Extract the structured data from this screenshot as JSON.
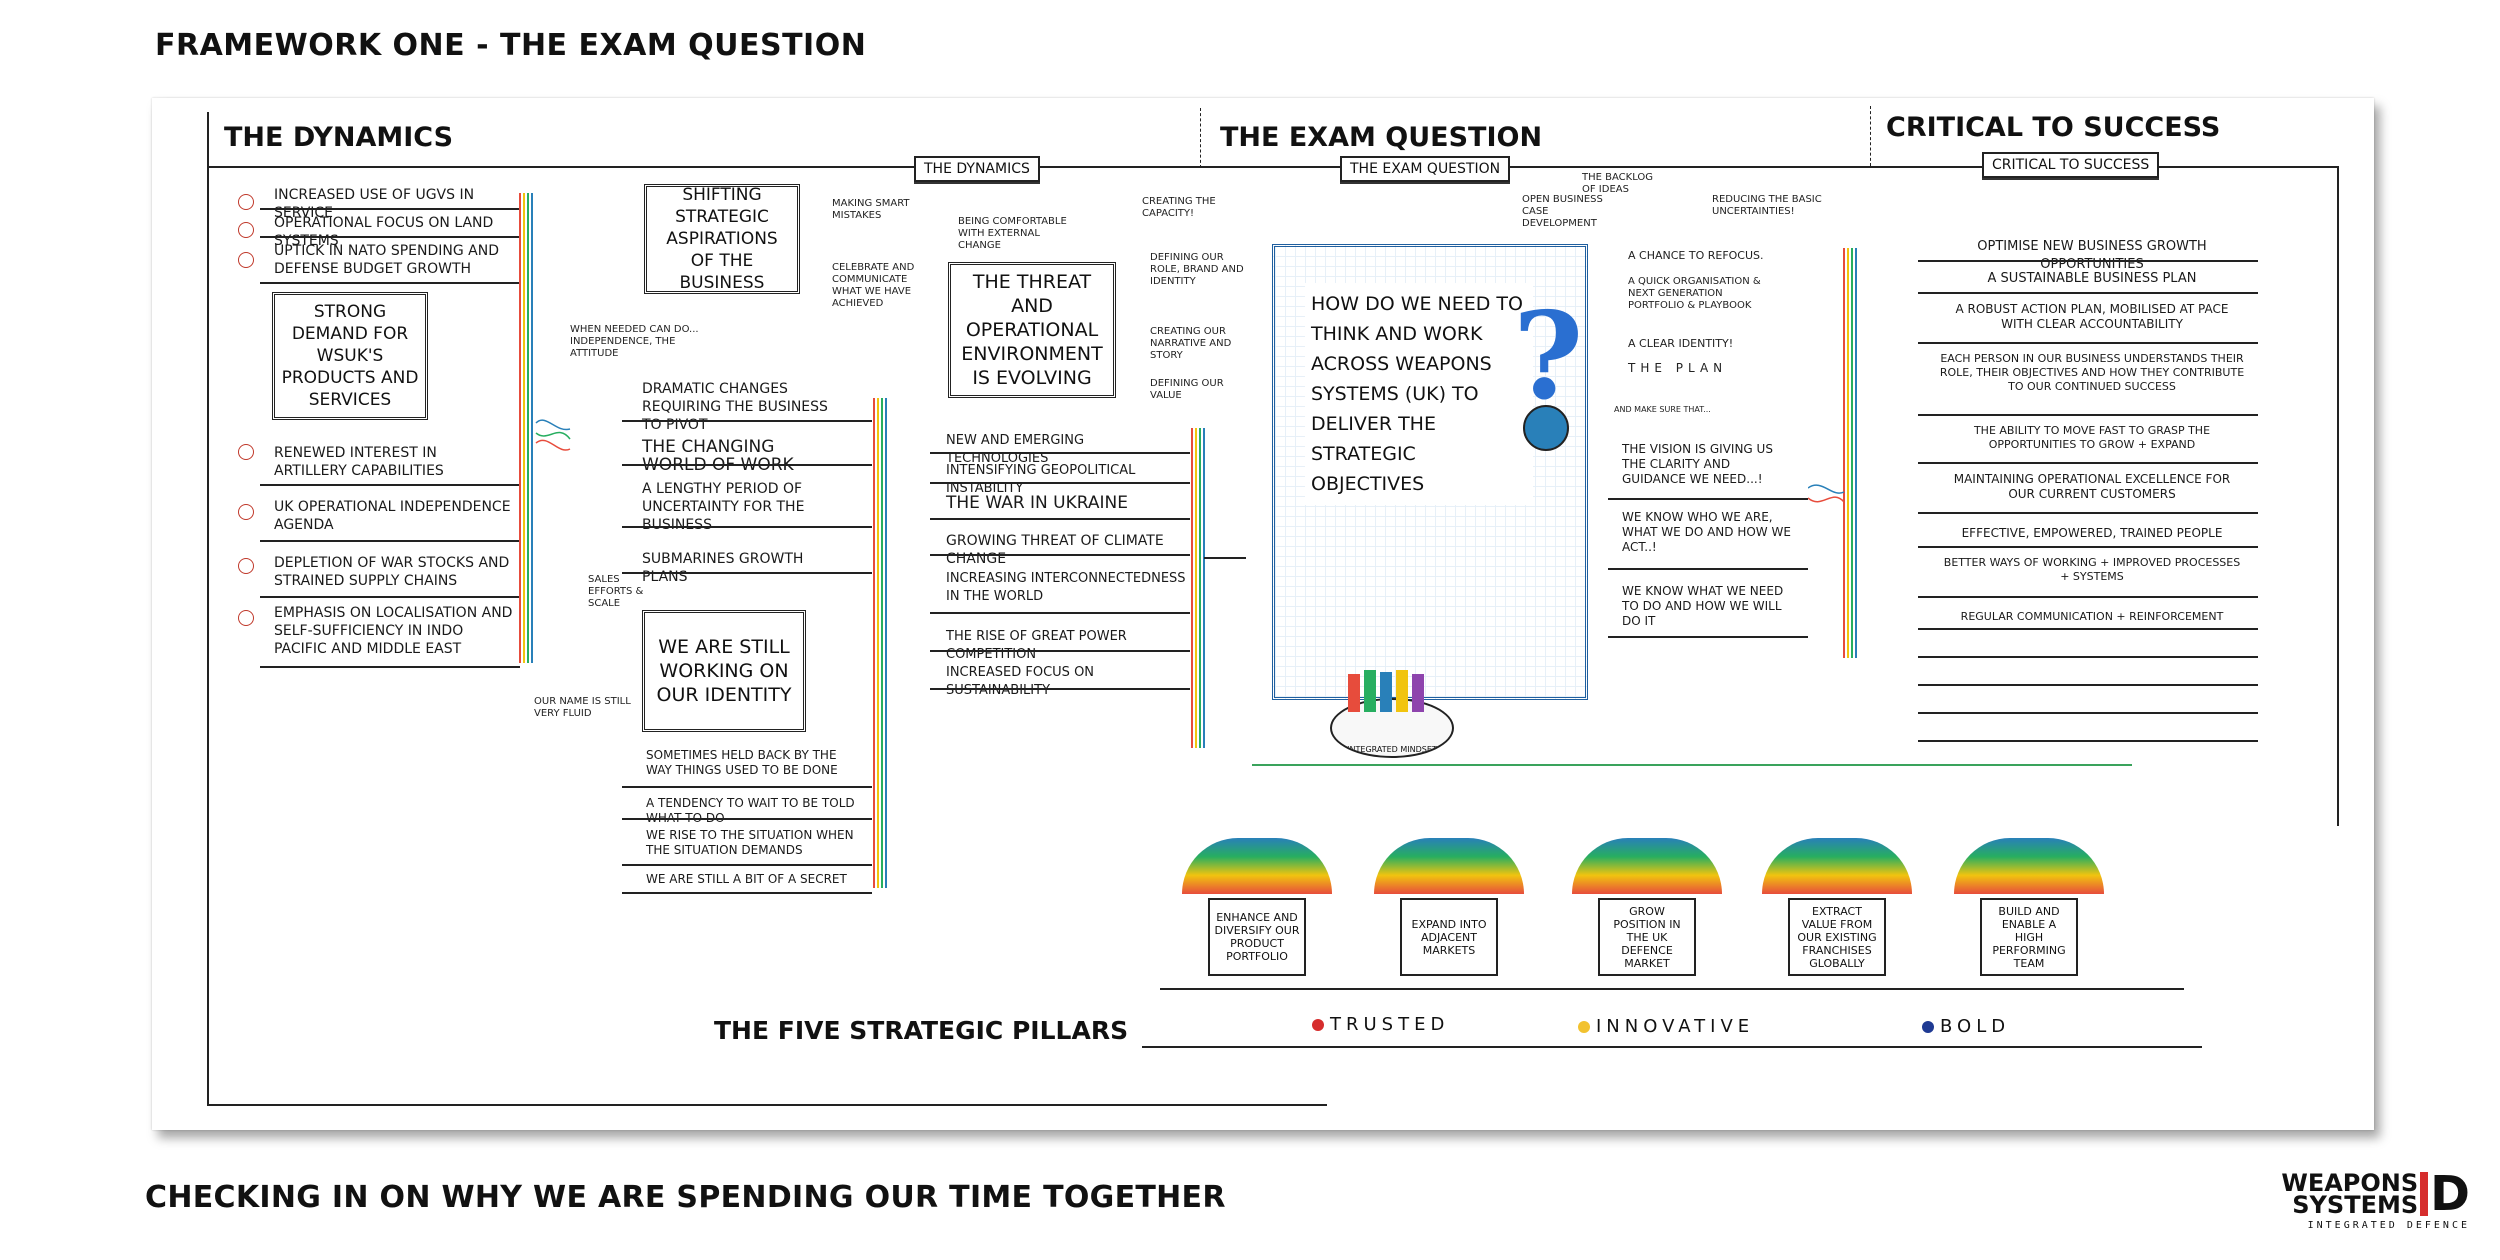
{
  "header": {
    "title": "FRAMEWORK ONE - THE EXAM QUESTION"
  },
  "footer": {
    "title": "CHECKING IN ON WHY WE ARE SPENDING OUR TIME TOGETHER"
  },
  "sections": {
    "dynamics": "THE DYNAMICS",
    "exam": "THE EXAM QUESTION",
    "critical": "CRITICAL TO SUCCESS",
    "pillars": "THE FIVE STRATEGIC PILLARS"
  },
  "tags": {
    "dynamics": "THE DYNAMICS",
    "exam": "THE EXAM QUESTION",
    "critical": "CRITICAL TO SUCCESS"
  },
  "dynamics_left": [
    "Increased use of UGVs in service",
    "Operational focus on land systems",
    "Uptick in NATO spending and defense budget growth",
    "Renewed interest in artillery capabilities",
    "UK operational independence agenda",
    "Depletion of war stocks and strained supply chains",
    "Emphasis on localisation and self-sufficiency in Indo Pacific and Middle East"
  ],
  "dynamics_boxes": {
    "strong_demand": "Strong demand for WSUK's products and services",
    "shifting": "Shifting strategic aspirations of the business",
    "threat": "The threat and operational environment is evolving",
    "identity": "We are still working on our identity"
  },
  "dynamics_middle": [
    "Dramatic changes requiring the business to pivot",
    "The changing world of work",
    "A lengthy period of uncertainty for the business",
    "Submarines growth plans"
  ],
  "dynamics_lower": [
    "Sometimes held back by the way things used to be done",
    "A tendency to wait to be told what to do",
    "We rise to the situation when the situation demands",
    "We are still a bit of a secret"
  ],
  "dynamics_notes": {
    "mistakes": "Making smart mistakes",
    "celebrate": "Celebrate and communicate what we have achieved",
    "when_needed": "When needed can do... independence, the attitude",
    "name_fluid": "Our name is still very fluid",
    "defining": "Defining our role, brand and identity",
    "narrative": "Creating our narrative and story",
    "value": "Defining our value",
    "comfortable": "Being comfortable with external change",
    "capacity": "Creating the capacity!",
    "sales": "Sales efforts & scale"
  },
  "dynamics_right": [
    "New and emerging technologies",
    "Intensifying geopolitical instability",
    "The war in Ukraine",
    "Growing threat of climate change",
    "Increasing interconnectedness in the world",
    "The rise of great power competition",
    "Increased focus on sustainability"
  ],
  "exam_question": "How do we need to think and work across Weapons Systems (UK) to deliver the strategic objectives",
  "exam_notes": {
    "backlog": "The backlog of ideas",
    "business_dev": "Open business case development",
    "uncertainties": "Reducing the basic uncertainties!",
    "refocus": "A chance to refocus.",
    "quick_org": "A quick organisation & next generation portfolio & playbook",
    "identity": "A clear identity!",
    "plan": "The plan",
    "make_sure": "And make sure that..."
  },
  "exam_right": [
    "The vision is giving us the clarity and guidance we need...!",
    "We know who we are, what we do and how we act..!",
    "We know what we need to do and how we will do it"
  ],
  "critical": [
    "Optimise new business growth opportunities",
    "A sustainable business plan",
    "A robust action plan, mobilised at pace with clear accountability",
    "Each person in our business understands their role, their objectives and how they contribute to our continued success",
    "The ability to move fast to grasp the opportunities to grow + expand",
    "Maintaining operational excellence for our current customers",
    "Effective, empowered, trained people",
    "Better ways of working + improved processes + systems",
    "Regular communication + reinforcement",
    "",
    "",
    "",
    ""
  ],
  "pillars": [
    "Enhance and diversify our product portfolio",
    "Expand into adjacent markets",
    "Grow position in the UK defence market",
    "Extract value from our existing franchises globally",
    "Build and enable a high performing team"
  ],
  "values": [
    {
      "label": "TRUSTED",
      "color": "#d62d2d"
    },
    {
      "label": "INNOVATIVE",
      "color": "#f2c230"
    },
    {
      "label": "BOLD",
      "color": "#1f3a93"
    }
  ],
  "mindset": "Integrated mindset",
  "logo": {
    "line1": "WEAPONS",
    "line2": "SYSTEMS",
    "letter": "D",
    "tagline": "INTEGRATED DEFENCE",
    "accent": "#d62d2d"
  }
}
